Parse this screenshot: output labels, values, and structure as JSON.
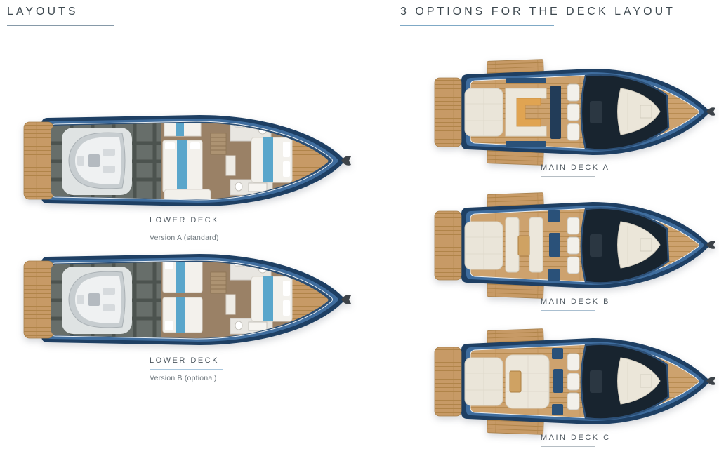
{
  "page": {
    "background": "#ffffff"
  },
  "left_section": {
    "title": "LAYOUTS",
    "underline_color": "#8699a8",
    "figures": [
      {
        "name": "lower-deck-a",
        "label": "LOWER DECK",
        "sublabel": "Version A (standard)",
        "underline_color": "#c6ccd1"
      },
      {
        "name": "lower-deck-b",
        "label": "LOWER DECK",
        "sublabel": "Version B (optional)",
        "underline_color": "#a9c7de"
      }
    ]
  },
  "right_section": {
    "title": "3 OPTIONS FOR THE DECK LAYOUT",
    "underline_color": "#7fa9c6",
    "figures": [
      {
        "name": "main-deck-a",
        "label": "MAIN DECK A",
        "underline_color": "#b5bdc3"
      },
      {
        "name": "main-deck-b",
        "label": "MAIN DECK B",
        "underline_color": "#aabfd0"
      },
      {
        "name": "main-deck-c",
        "label": "MAIN DECK C",
        "underline_color": "#b5bdc3"
      }
    ]
  },
  "colors": {
    "hull_navy": "#1e3f63",
    "hull_blue": "#3f6d9e",
    "teak": "#c79a66",
    "deck_gray": "#676e6a",
    "upholstery_cream": "#ebe6d9",
    "bed_blue": "#5aa6cb",
    "galley_orange": "#e0a452"
  },
  "icons": {
    "anchor": "anchor-icon"
  }
}
